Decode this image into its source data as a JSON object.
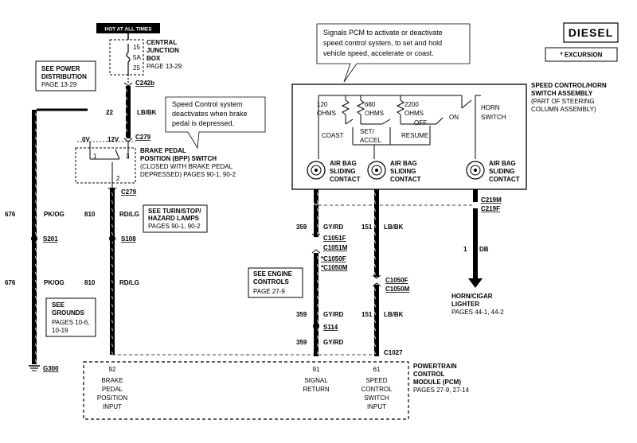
{
  "header": {
    "hot_at_all_times": "HOT AT ALL TIMES",
    "diesel": "DIESEL",
    "excursion": "* EXCURSION"
  },
  "callout_pcm": {
    "lines": [
      "Signals PCM to activate or deactivate",
      "speed control system, to set and hold",
      "vehicle speed, accelerate or coast."
    ]
  },
  "callout_brake": {
    "lines": [
      "Speed Control system",
      "deactivates when brake",
      "pedal is depressed."
    ]
  },
  "cjb": {
    "lines": [
      "CENTRAL",
      "JUNCTION",
      "BOX"
    ],
    "page": "PAGE 13-29",
    "pin_in": "15",
    "fuse": "5A",
    "pin_out": "25"
  },
  "power_dist": {
    "lines": [
      "SEE POWER",
      "DISTRIBUTION"
    ],
    "page": "PAGE 13-29"
  },
  "connectors": {
    "c242b": "C242b",
    "c279_top": "C279",
    "c279_bot": "C279",
    "c1051f": "C1051F",
    "c1051m": "C1051M",
    "c1050f_star": "*C1050F",
    "c1050m_star": "*C1050M",
    "c1050f": "C1050F",
    "c1050m": "C1050M",
    "c219m": "C219M",
    "c219f": "C219F",
    "c1027": "C1027"
  },
  "wires": {
    "w22": {
      "num": "22",
      "color": "LB/BK"
    },
    "w810_top": {
      "num": "810",
      "color": "RD/LG"
    },
    "w810_bot": {
      "num": "810",
      "color": "RD/LG"
    },
    "w676_top": {
      "num": "676",
      "color": "PK/OG"
    },
    "w676_bot": {
      "num": "676",
      "color": "PK/OG"
    },
    "w359_a": {
      "num": "359",
      "color": "GY/RD"
    },
    "w359_b": {
      "num": "359",
      "color": "GY/RD"
    },
    "w359_c": {
      "num": "359",
      "color": "GY/RD"
    },
    "w151_a": {
      "num": "151",
      "color": "LB/BK"
    },
    "w151_b": {
      "num": "151",
      "color": "LB/BK"
    },
    "w1": {
      "num": "1",
      "color": "DB"
    }
  },
  "volts": {
    "v0": "0V",
    "v12": "12V"
  },
  "bpp": {
    "lines": [
      "BRAKE PEDAL",
      "POSITION (BPP) SWITCH"
    ],
    "desc": [
      "(CLOSED WITH BRAKE PEDAL",
      "DEPRESSED) PAGES 90-1, 90-2"
    ],
    "pin1": "1",
    "pin2": "2",
    "pin3": "3"
  },
  "turn_stop": {
    "lines": [
      "SEE TURN/STOP/",
      "HAZARD LAMPS"
    ],
    "page": "PAGES 90-1, 90-2"
  },
  "splices": {
    "s201": "S201",
    "s108": "S108",
    "s114": "S114"
  },
  "grounds": {
    "lines": [
      "SEE",
      "GROUNDS"
    ],
    "pages": [
      "PAGES 10-6,",
      "10-19"
    ],
    "g300": "G300"
  },
  "engine_controls": {
    "lines": [
      "SEE ENGINE",
      "CONTROLS"
    ],
    "page": "PAGE 27-9"
  },
  "speed_control": {
    "lines": [
      "SPEED CONTROL/HORN",
      "SWITCH ASSEMBLY"
    ],
    "desc": [
      "(PART OF STEERING",
      "COLUMN ASSEMBLY)"
    ],
    "r120": [
      "120",
      "OHMS"
    ],
    "r680": [
      "680",
      "OHMS"
    ],
    "r2200": [
      "2200",
      "OHMS"
    ],
    "coast": "COAST",
    "set_accel": [
      "SET/",
      "ACCEL"
    ],
    "resume": "RESUME",
    "off": "OFF",
    "on": "ON",
    "horn": [
      "HORN",
      "SWITCH"
    ],
    "airbag": [
      "AIR BAG",
      "SLIDING",
      "CONTACT"
    ]
  },
  "horn_lighter": {
    "lines": [
      "HORN/CIGAR",
      "LIGHTER"
    ],
    "page": "PAGES 44-1, 44-2"
  },
  "pcm": {
    "lines": [
      "POWERTRAIN",
      "CONTROL"
    ],
    "module": "MODULE (PCM)",
    "pages": "PAGES 27-9, 27-14",
    "pin92": {
      "num": "92",
      "label": [
        "BRAKE",
        "PEDAL",
        "POSITION",
        "INPUT"
      ]
    },
    "pin91": {
      "num": "91",
      "label": [
        "SIGNAL",
        "RETURN"
      ]
    },
    "pin61": {
      "num": "61",
      "label": [
        "SPEED",
        "CONTROL",
        "SWITCH",
        "INPUT"
      ]
    }
  }
}
